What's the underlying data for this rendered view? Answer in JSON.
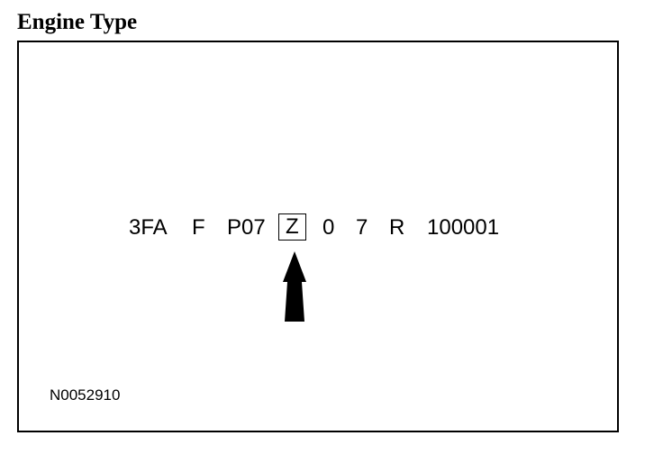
{
  "title": "Engine Type",
  "vin": {
    "segments": [
      "3FA",
      "F",
      "P07",
      "Z",
      "0",
      "7",
      "R",
      "100001"
    ],
    "highlighted_segment": "Z"
  },
  "figure_id": "N0052910"
}
